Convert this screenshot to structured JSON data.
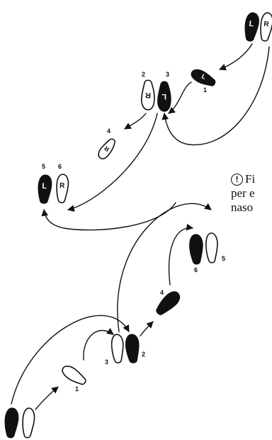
{
  "diagram": {
    "left_label": "L",
    "right_label": "R",
    "top_sequence": {
      "step_numbers": [
        "1",
        "2",
        "3",
        "4",
        "5",
        "6"
      ]
    },
    "bottom_sequence": {
      "step_numbers": [
        "1",
        "2",
        "3",
        "4",
        "5",
        "6"
      ]
    }
  },
  "note": {
    "icon": "exclamation-circle-icon",
    "lines": [
      "Fi",
      "per e",
      "naso"
    ]
  },
  "colors": {
    "ink": "#111111",
    "paper": "#ffffff"
  }
}
